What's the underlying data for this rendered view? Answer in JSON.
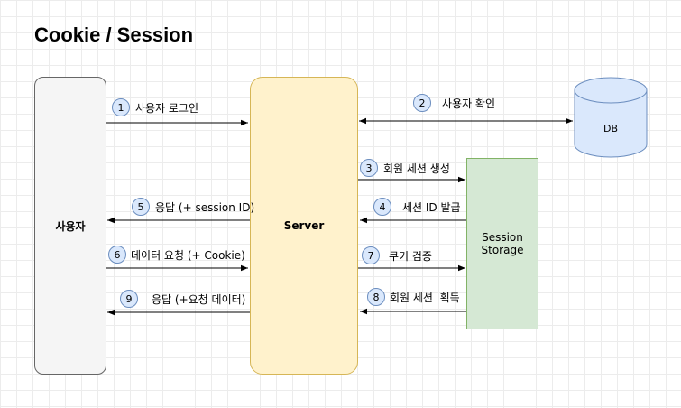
{
  "title": "Cookie / Session",
  "nodes": {
    "user": "사용자",
    "server": "Server",
    "storage": "Session\nStorage",
    "db": "DB"
  },
  "steps": [
    {
      "num": "1",
      "text": "사용자 로그인"
    },
    {
      "num": "2",
      "text": "사용자 확인"
    },
    {
      "num": "3",
      "text": "회원 세션 생성"
    },
    {
      "num": "4",
      "text": "세션 ID 발급"
    },
    {
      "num": "5",
      "text": "응답 (+ session ID)"
    },
    {
      "num": "6",
      "text": "데이터 요청 (+ Cookie)"
    },
    {
      "num": "7",
      "text": "쿠키 검증"
    },
    {
      "num": "8",
      "text": "회원 세션  획득"
    },
    {
      "num": "9",
      "text": "응답 (+요청 데이터)"
    }
  ],
  "colors": {
    "user_fill": "#f5f5f5",
    "server_fill": "#fff2cc",
    "storage_fill": "#d5e8d4",
    "db_fill": "#dae8fc",
    "badge_fill": "#dae8fc"
  }
}
